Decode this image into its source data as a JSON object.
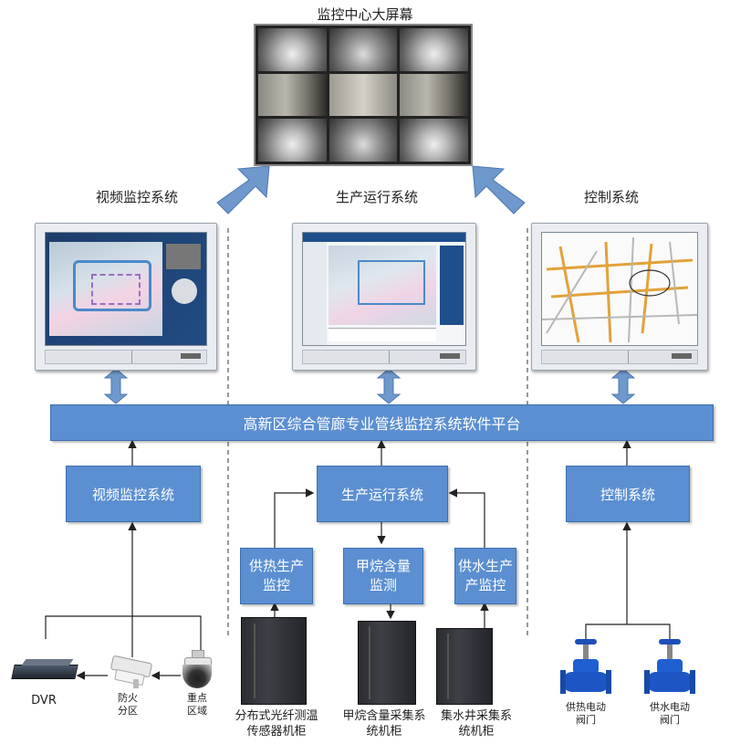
{
  "wall": {
    "title": "监控中心大屏幕"
  },
  "clients": {
    "video": "视频监控系统",
    "production": "生产运行系统",
    "control": "控制系统"
  },
  "platform": {
    "label": "高新区综合管廊专业管线监控系统软件平台"
  },
  "subsystems": {
    "video": "视频监控系统",
    "production": "生产运行系统",
    "control": "控制系统"
  },
  "sensors": {
    "heat": [
      "供热生产",
      "监控"
    ],
    "methane": [
      "甲烷含量",
      "监测"
    ],
    "water": [
      "供水生产",
      "产监控"
    ]
  },
  "devices": {
    "dvr": "DVR",
    "fire_zone_camera": [
      "防火",
      "分区"
    ],
    "key_area_camera": [
      "重点",
      "区域"
    ],
    "fiber_cabinet": [
      "分布式光纤测温",
      "传感器机柜"
    ],
    "methane_cabinet": [
      "甲烷含量采集系",
      "统机柜"
    ],
    "sump_cabinet": [
      "集水井采集系",
      "统机柜"
    ],
    "heat_valve": [
      "供热电动",
      "阀门"
    ],
    "water_valve": [
      "供水电动",
      "阀门"
    ]
  },
  "colors": {
    "box_fill": "#5b8fd1",
    "box_border": "#3c6fb0",
    "arrow_fill": "#6f98cc",
    "connector": "#222222"
  },
  "icons": [
    "monitor-icon",
    "dvr-icon",
    "camera-icon",
    "dome-camera-icon",
    "server-cabinet-icon",
    "valve-icon",
    "double-arrow-icon",
    "up-arrow-icon"
  ]
}
